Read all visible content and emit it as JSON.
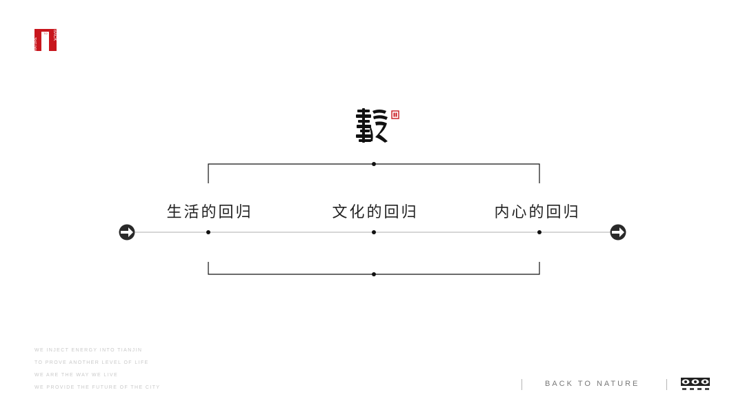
{
  "logo": {
    "text_right": "BACK",
    "text_middle": "TO",
    "text_left": "NATURE"
  },
  "calligraphy_icon": "calligraphy-seal-icon",
  "diagram": {
    "items": [
      {
        "label": "生活的回归"
      },
      {
        "label": "文化的回归"
      },
      {
        "label": "内心的回归"
      }
    ],
    "left_arrow_icon": "arrow-left-circle-icon",
    "right_arrow_icon": "arrow-right-circle-icon"
  },
  "slogans": [
    "WE  INJECT ENERGY INTO TIANJIN",
    "TO PROVE ANOTHER LEVEL OF LIFE",
    "WE ARE  THE WAY WE LIVE",
    "WE PROVIDE THE FUTURE OF THE CITY"
  ],
  "footer": {
    "tagline": "BACK TO NATURE",
    "brand_icon": "eye-logo-icon"
  },
  "colors": {
    "accent_red": "#c8161d",
    "line": "#111111",
    "axis": "#bdbdbd",
    "slogan": "#c9c9c9"
  }
}
